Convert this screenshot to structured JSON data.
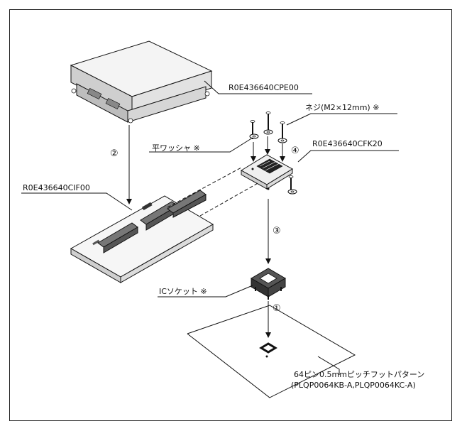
{
  "labels": {
    "emulator": "R0E436640CPE00",
    "screw": "ネジ(M2×12mm) ※",
    "washer": "平ワッシャ ※",
    "flex_board": "R0E436640CFK20",
    "converter": "R0E436640CIF00",
    "socket": "ICソケット ※",
    "footprint_line1": "64ピン0.5mmピッチフットパターン",
    "footprint_line2": "(PLQP0064KB-A,PLQP0064KC-A)"
  },
  "steps": {
    "step1": "①",
    "step2": "②",
    "step3": "③",
    "step4": "④"
  }
}
